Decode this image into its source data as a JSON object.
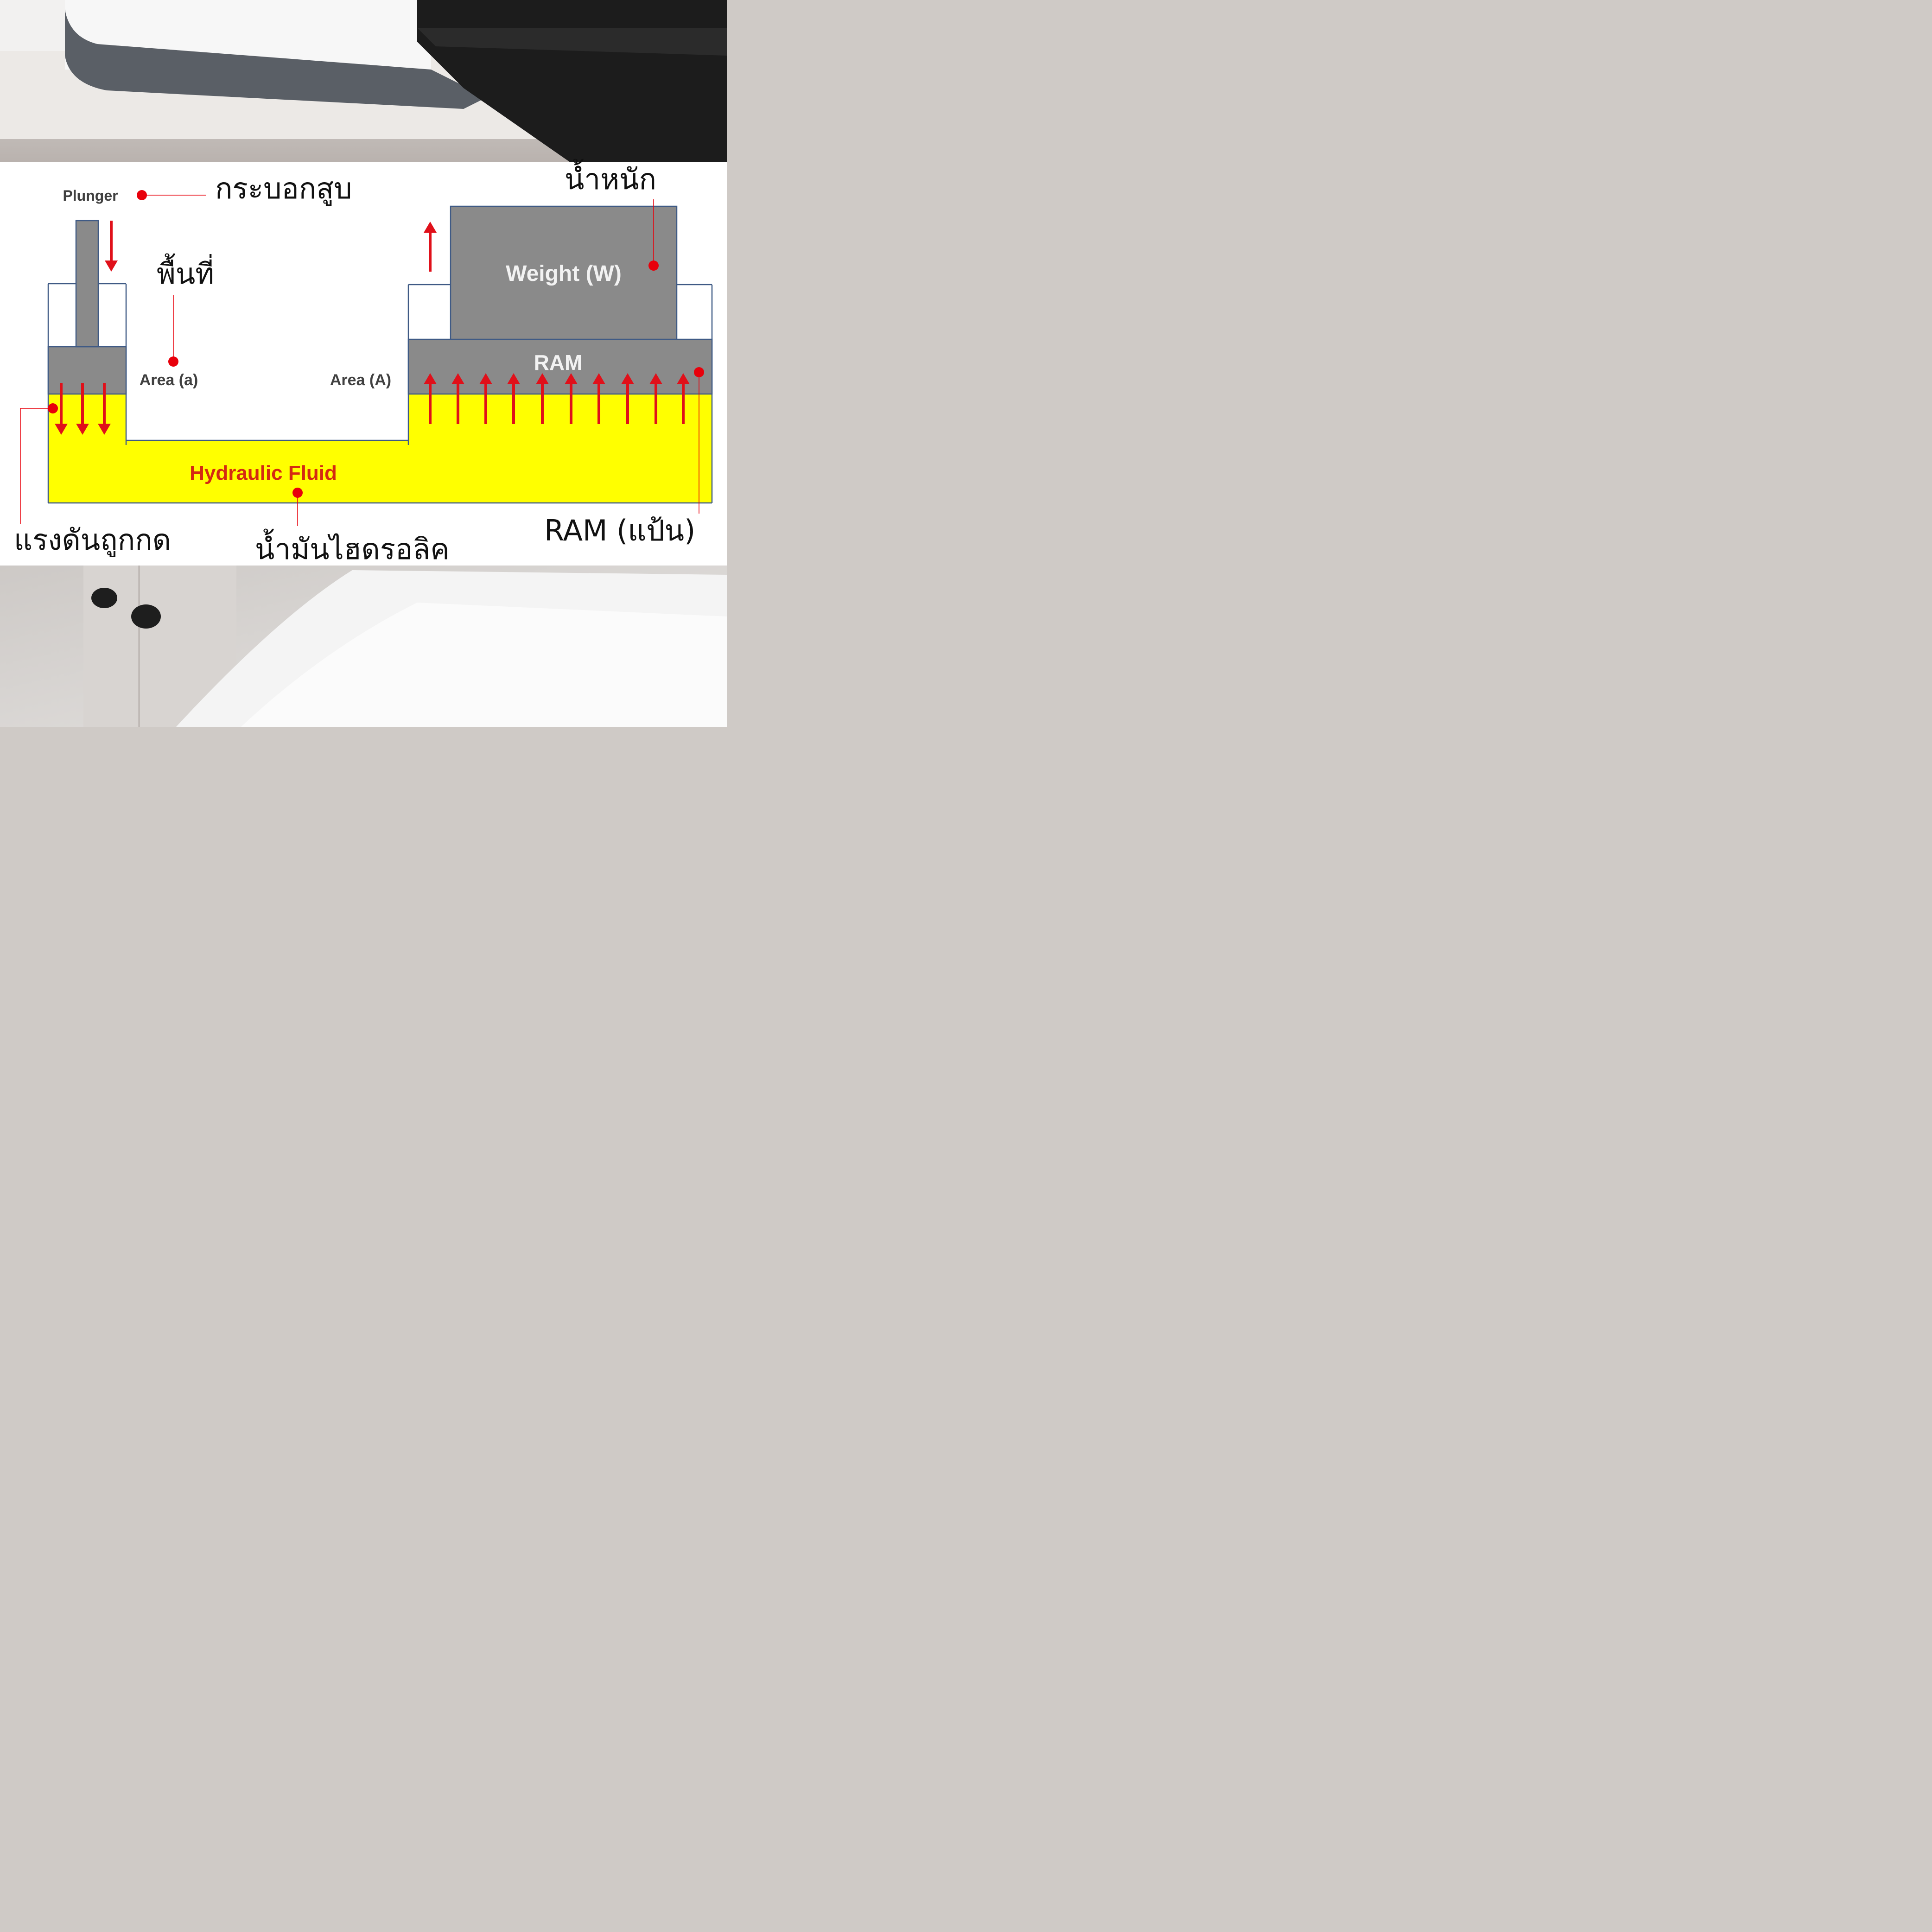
{
  "diagram": {
    "plunger_label": "Plunger",
    "area_small_label": "Area (a)",
    "area_large_label": "Area (A)",
    "weight_label": "Weight (W)",
    "ram_label": "RAM",
    "fluid_label": "Hydraulic Fluid"
  },
  "annotations": {
    "cylinder": "กระบอกสูบ",
    "area": "พื้นที่",
    "weight": "น้ำหนัก",
    "pressure": "แรงดันถูกกด",
    "oil": "น้ำมันไฮดรอลิค",
    "ram": "RAM (แป้น)"
  },
  "colors": {
    "fluid": "#ffff00",
    "piston": "#8a8a8a",
    "arrow": "#e0101a",
    "annotation_dot": "#e8000b",
    "outline": "#3f5a85"
  }
}
